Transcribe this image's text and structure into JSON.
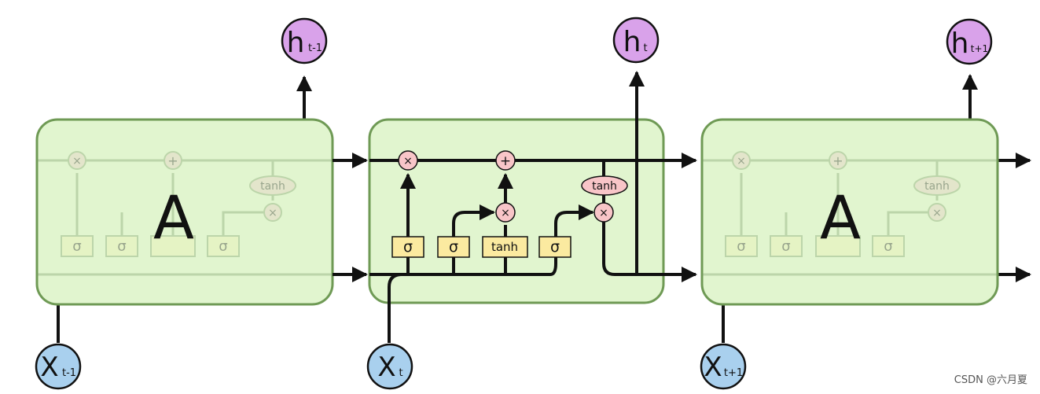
{
  "cells": {
    "left": {
      "label": "A"
    },
    "right": {
      "label": "A"
    }
  },
  "inputs": [
    {
      "main": "X",
      "sub": "t-1"
    },
    {
      "main": "X",
      "sub": "t"
    },
    {
      "main": "X",
      "sub": "t+1"
    }
  ],
  "outputs": [
    {
      "main": "h",
      "sub": "t-1"
    },
    {
      "main": "h",
      "sub": "t"
    },
    {
      "main": "h",
      "sub": "t+1"
    }
  ],
  "gates": {
    "sigma1": "σ",
    "sigma2": "σ",
    "tanh_layer": "tanh",
    "sigma3": "σ",
    "tanh_op": "tanh",
    "mult_forget": "×",
    "add_cell": "+",
    "mult_input": "×",
    "mult_output": "×"
  },
  "ghost": {
    "sigma": "σ",
    "tanh": "tanh",
    "mult": "×",
    "add": "+"
  },
  "watermark": "CSDN @六月夏",
  "colors": {
    "cell_fill": "#e1f5cf",
    "cell_stroke": "#6f9a55",
    "input_node": "#a9d0ee",
    "output_node": "#d9a2ea",
    "gate_box": "#fbeaa0",
    "op_node": "#f8c5c8"
  }
}
